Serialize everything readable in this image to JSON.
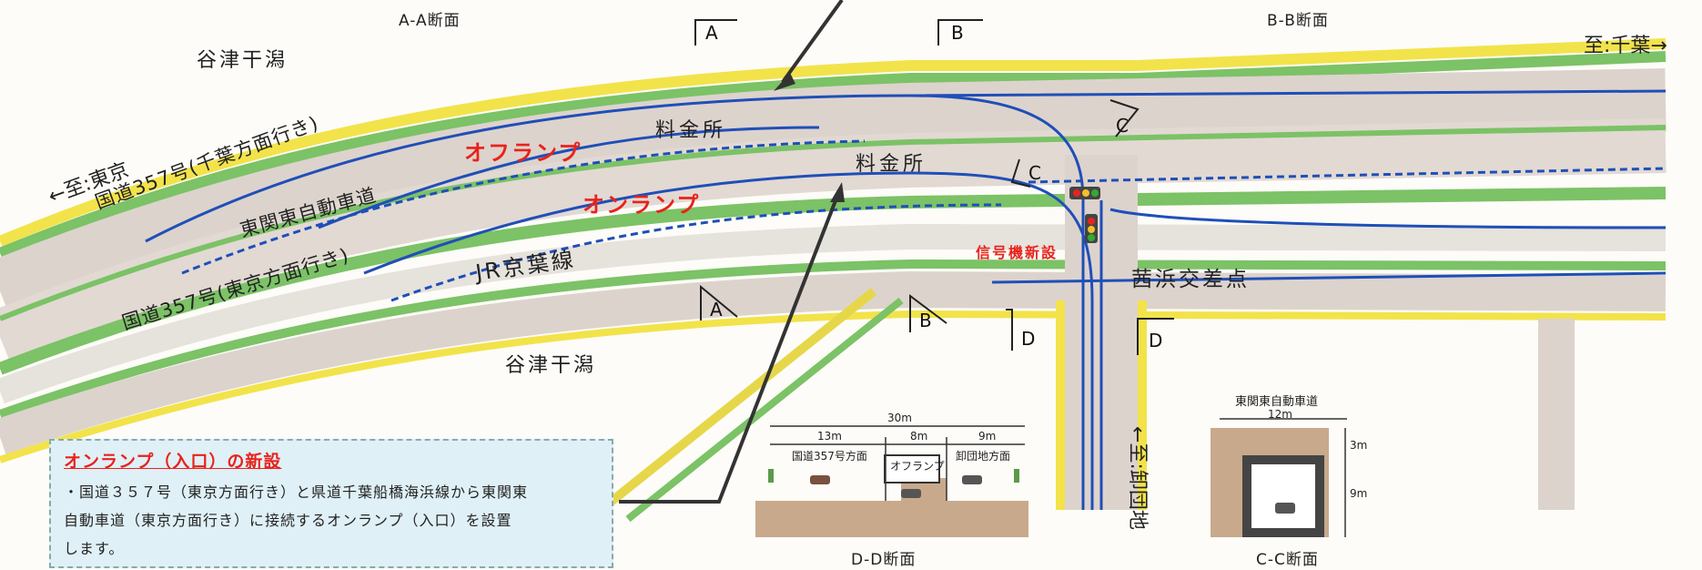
{
  "sections": {
    "aa_top": "A-A断面",
    "bb_top": "B-B断面",
    "dd_caption": "D-D断面",
    "cc_caption": "C-C断面"
  },
  "section_markers": {
    "a1": "A",
    "a2": "A",
    "b1": "B",
    "b2": "B",
    "c1": "C",
    "c2": "C",
    "d1": "D",
    "d2": "D"
  },
  "places": {
    "yatsu_top": "谷津干潟",
    "yatsu_bottom": "谷津干潟",
    "akanehama": "茜浜交差点"
  },
  "roads": {
    "r357_chiba": "国道357号(千葉方面行き)",
    "higashi_kanto": "東関東自動車道",
    "r357_tokyo": "国道357号(東京方面行き)",
    "jr": "JR京葉線"
  },
  "ramps": {
    "off": "オフランプ",
    "on": "オンランプ",
    "signal": "信号機新設"
  },
  "toll": {
    "upper": "料金所",
    "lower": "料金所"
  },
  "directions": {
    "tokyo": "←至:東京",
    "chiba": "至:千葉→",
    "oroshidanchi": "←至:卸団地"
  },
  "note": {
    "title": "オンランプ（入口）の新設",
    "line1": "・国道３５７号（東京方面行き）と県道千葉船橋海浜線から東関東",
    "line2": "自動車道（東京方面行き）に接続するオンランプ（入口）を設置",
    "line3": "します。"
  },
  "dd_section": {
    "total": "30m",
    "left": "13m",
    "middle": "8m",
    "right": "9m",
    "left_label": "国道357号方面",
    "middle_label": "オフランプ",
    "right_label": "卸団地方面"
  },
  "cc_section": {
    "title": "東関東自動車道",
    "width": "12m",
    "h_top": "3m",
    "h_main": "9m"
  },
  "colors": {
    "ramp_blue": "#1f4fb8",
    "green_strip": "#7cc266",
    "yellow_edge": "#f2e34a",
    "pavement": "#ddd3cd",
    "accent_red": "#e8231c"
  }
}
